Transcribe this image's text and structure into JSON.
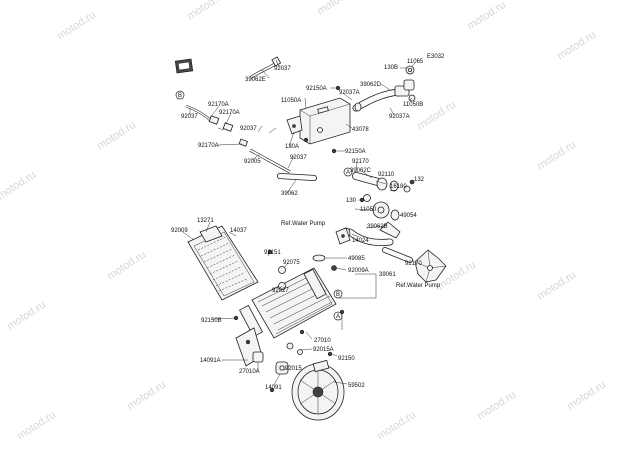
{
  "diagram": {
    "code": "E3032",
    "watermark": "motod.ru",
    "circle_markers": [
      "A",
      "B"
    ],
    "references": [
      "Ref.Water Pump",
      "Ref.Water Pump"
    ],
    "part_labels": [
      "130B",
      "11065",
      "92037",
      "39062E",
      "39062D",
      "92150A",
      "92037A",
      "11050A",
      "11050B",
      "43078",
      "92037A",
      "92170A",
      "92170A",
      "92037",
      "92037",
      "130A",
      "92150A",
      "92170A",
      "92005",
      "92037",
      "92170",
      "39062C",
      "92110",
      "16180",
      "132",
      "39062",
      "11050",
      "130",
      "49054",
      "13271",
      "92009",
      "14037",
      "14024",
      "39062B",
      "92151",
      "92075",
      "92027",
      "49085",
      "92009A",
      "39061",
      "92170",
      "27010",
      "92015A",
      "92150B",
      "92150",
      "14091A",
      "27010A",
      "92015",
      "14091",
      "59502"
    ]
  }
}
